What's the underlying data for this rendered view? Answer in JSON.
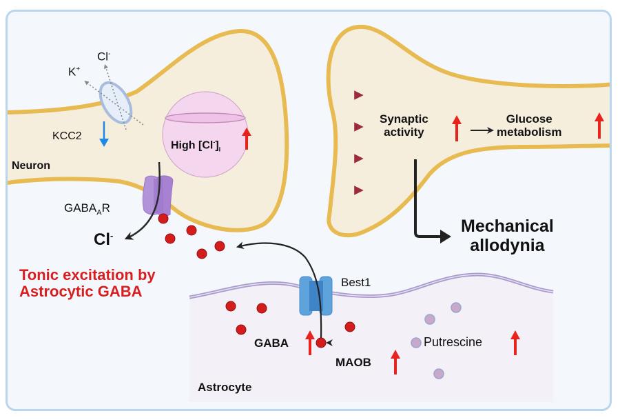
{
  "labels": {
    "cl_top": "Cl",
    "cl_top_sup": "-",
    "k_ion": "K",
    "k_sup": "+",
    "kcc2": "KCC2",
    "neuron": "Neuron",
    "high_cl": "High [Cl",
    "high_cl_sup": "-",
    "high_cl_close": "]",
    "high_cl_sub": "i",
    "gabaar_main": "GABA",
    "gabaar_sub": "A",
    "gabaar_end": "R",
    "cl_out": "Cl",
    "cl_out_sup": "-",
    "synaptic_line1": "Synaptic",
    "synaptic_line2": "activity",
    "glucose_line1": "Glucose",
    "glucose_line2": "metabolism",
    "mechanical_line1": "Mechanical",
    "mechanical_line2": "allodynia",
    "tonic_line1": "Tonic excitation by",
    "tonic_line2": "Astrocytic GABA",
    "best1": "Best1",
    "gaba": "GABA",
    "maob": "MAOB",
    "putrescine": "Putrescine",
    "astrocyte": "Astrocyte"
  },
  "indicators": {
    "kcc2": "down",
    "high_cl": "up",
    "synaptic_activity": "up",
    "glucose_metabolism": "up",
    "gaba": "up",
    "maob": "up",
    "putrescine": "up"
  },
  "colors": {
    "membrane": "#e8bb52",
    "cytoplasm": "#f6eedd",
    "background": "#f4f8fd",
    "frame_border": "#b9d6ee",
    "up_arrow": "#e8231e",
    "down_arrow": "#1e88e5",
    "gaba_dot": "#d41c1c",
    "putrescine_dot": "#c9a9c9",
    "astrocyte_fill": "#f3f0f7",
    "astrocyte_membrane": "#a99bcc",
    "red_arrow": "#9b2d3a",
    "best1": "#5ea3dc",
    "gabaar": "#b292d8",
    "title_red": "#d71f1f"
  }
}
